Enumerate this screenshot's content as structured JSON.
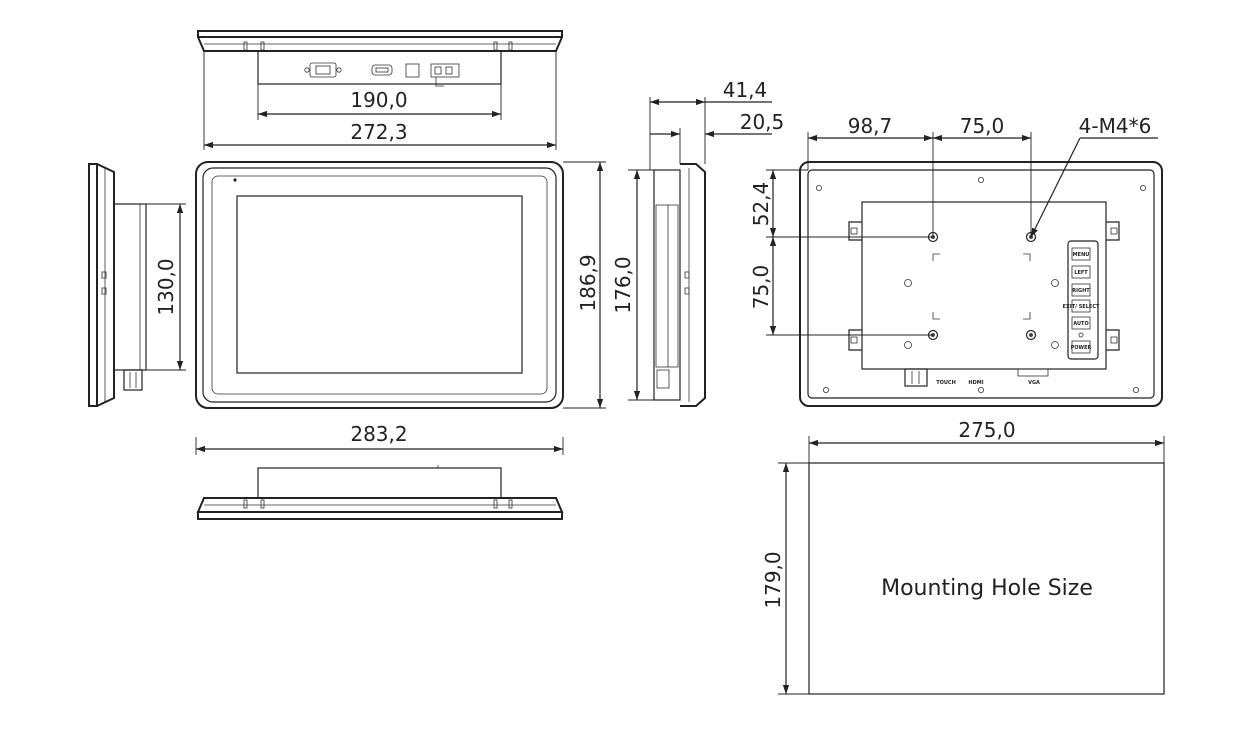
{
  "dimensions": {
    "top_inner_width": "190,0",
    "top_outer_width": "272,3",
    "bottom_width": "283,2",
    "left_side_height": "130,0",
    "front_height": "186,9",
    "side_inner_height": "176,0",
    "side_depth_total": "41,4",
    "side_depth_panel": "20,5",
    "rear_offset_x": "98,7",
    "rear_hole_spacing_x": "75,0",
    "rear_offset_y": "52,4",
    "rear_hole_spacing_y": "75,0",
    "hole_spec": "4-M4*6",
    "cutout_width": "275,0",
    "cutout_height": "179,0"
  },
  "cutout": {
    "label": "Mounting Hole Size"
  },
  "rear_buttons": [
    "MENU",
    "LEFT",
    "RIGHT",
    "EXIT/ SELECT",
    "AUTO",
    "POWER"
  ],
  "rear_ports": [
    "TOUCH",
    "HDMI",
    "VGA"
  ]
}
